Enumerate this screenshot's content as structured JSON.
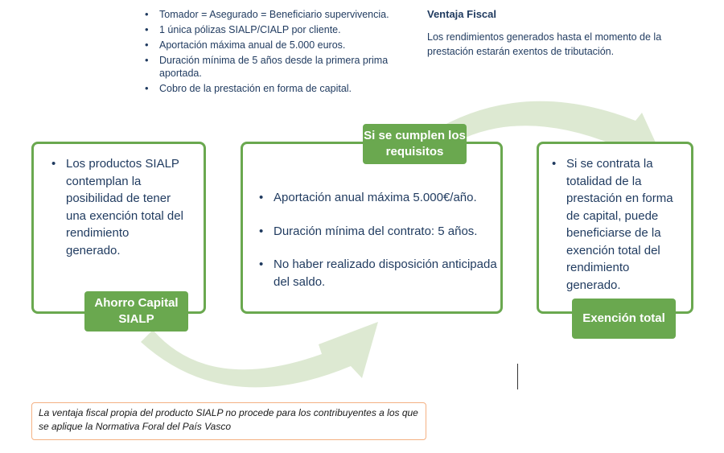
{
  "top_list": [
    "Tomador = Asegurado = Beneficiario supervivencia.",
    "1 única pólizas SIALP/CIALP por cliente.",
    "Aportación máxima anual de 5.000 euros.",
    "Duración mínima de 5 años desde la primera prima aportada.",
    "Cobro de la prestación en forma de capital."
  ],
  "fiscal": {
    "title": "Ventaja Fiscal",
    "text": "Los rendimientos generados hasta el momento de la prestación estarán exentos de tributación."
  },
  "box1": {
    "bullet": "Los productos SIALP contemplan la posibilidad de tener una exención total del rendimiento generado.",
    "tag": "Ahorro Capital SIALP"
  },
  "box2": {
    "tag": "Si se cumplen los requisitos",
    "bullets": [
      "Aportación anual máxima 5.000€/año.",
      "Duración mínima del contrato: 5 años.",
      "No haber realizado disposición anticipada del saldo."
    ]
  },
  "box3": {
    "bullet": "Si se contrata la totalidad de la prestación en forma de capital, puede beneficiarse de la exención total del rendimiento generado.",
    "tag": "Exención total"
  },
  "note": "La ventaja fiscal propia del producto SIALP no procede para los contribuyentes a los que se aplique la Normativa Foral del País Vasco",
  "colors": {
    "green": "#6aa84f",
    "arrow_light_green": "#dde9d2",
    "text_navy": "#1f3a5f",
    "note_border": "#f4b183"
  }
}
